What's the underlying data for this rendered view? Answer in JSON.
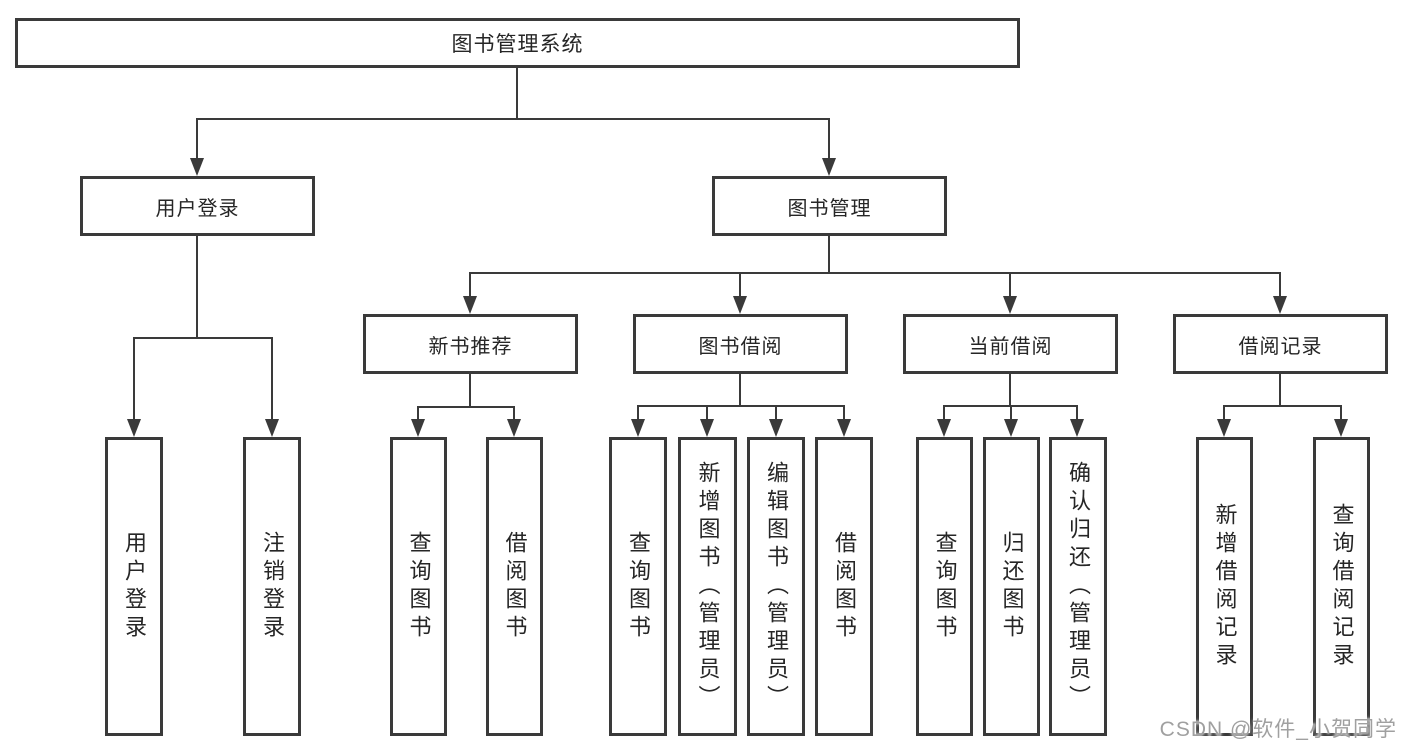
{
  "diagram": {
    "root": {
      "label": "图书管理系统"
    },
    "branches": [
      {
        "label": "用户登录",
        "children": [
          {
            "label": "用户登录"
          },
          {
            "label": "注销登录"
          }
        ]
      },
      {
        "label": "图书管理",
        "children": [
          {
            "label": "新书推荐",
            "children": [
              {
                "label": "查询图书"
              },
              {
                "label": "借阅图书"
              }
            ]
          },
          {
            "label": "图书借阅",
            "children": [
              {
                "label": "查询图书"
              },
              {
                "label": "新增图书（管理员）"
              },
              {
                "label": "编辑图书（管理员）"
              },
              {
                "label": "借阅图书"
              }
            ]
          },
          {
            "label": "当前借阅",
            "children": [
              {
                "label": "查询图书"
              },
              {
                "label": "归还图书"
              },
              {
                "label": "确认归还（管理员）"
              }
            ]
          },
          {
            "label": "借阅记录",
            "children": [
              {
                "label": "新增借阅记录"
              },
              {
                "label": "查询借阅记录"
              }
            ]
          }
        ]
      }
    ]
  },
  "watermark": {
    "text": "CSDN @软件_小贺同学"
  },
  "colors": {
    "line": "#3a3a3a",
    "box_border": "#3a3a3a",
    "text": "#262626",
    "background": "#ffffff",
    "watermark": "#a0a0a0"
  }
}
